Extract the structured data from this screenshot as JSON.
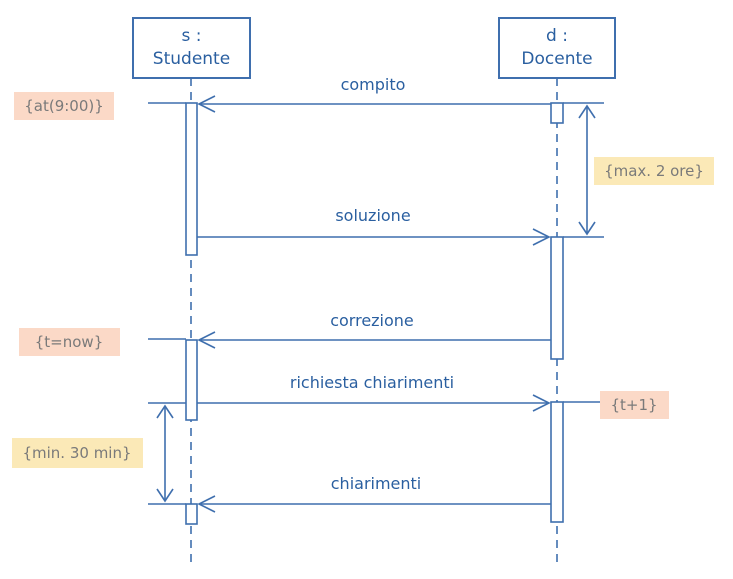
{
  "colors": {
    "stroke": "#3f6fae",
    "text": "#2a5fa0",
    "time_constraint_bg": "#fbd9c7",
    "duration_constraint_bg": "#fbe9b7",
    "constraint_text": "#7a7a7a"
  },
  "lifelines": {
    "studente": {
      "line1": "s :",
      "line2": "Studente"
    },
    "docente": {
      "line1": "d :",
      "line2": "Docente"
    }
  },
  "messages": {
    "compito": "compito",
    "soluzione": "soluzione",
    "correzione": "correzione",
    "richiesta": "richiesta chiarimenti",
    "chiarimenti": "chiarimenti"
  },
  "constraints": {
    "at": "{at(9:00)}",
    "max": "{max. 2 ore}",
    "now": "{t=now}",
    "t1": "{t+1}",
    "min": "{min. 30 min}"
  }
}
